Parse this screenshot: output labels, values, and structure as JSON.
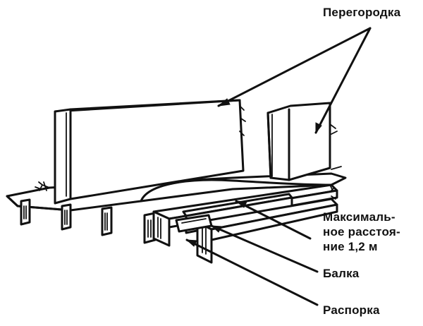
{
  "labels": {
    "partition": "Перегородка",
    "distance_line1": "Максималь-",
    "distance_line2": "ное расстоя-",
    "distance_line3": "ние 1,2 м",
    "beam": "Балка",
    "strut": "Распорка"
  },
  "colors": {
    "ink": "#111111",
    "paper": "#ffffff"
  }
}
